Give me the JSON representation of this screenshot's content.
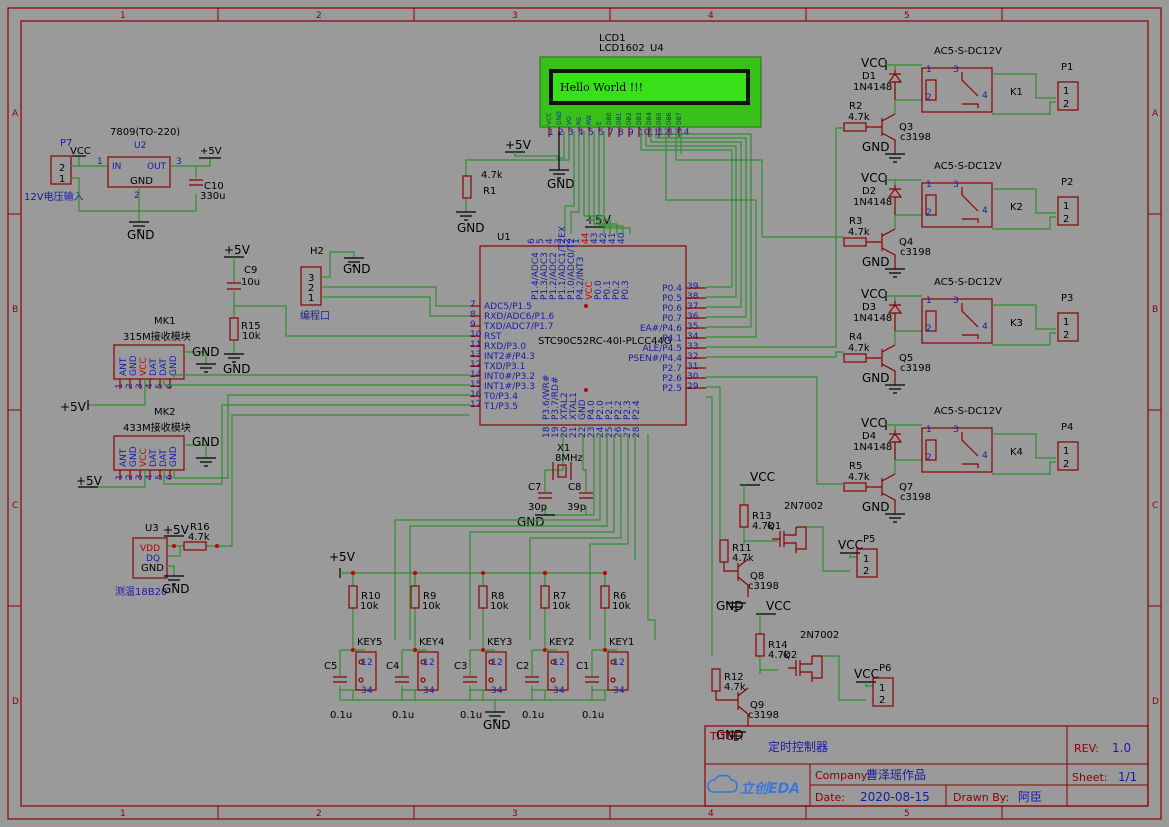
{
  "frame": {
    "cols": [
      "1",
      "2",
      "3",
      "4",
      "5"
    ],
    "rows": [
      "A",
      "B",
      "C",
      "D"
    ]
  },
  "lcd": {
    "ref": "LCD1",
    "value": "LCD1602",
    "part": "U4",
    "screen_text": "Hello World !!!",
    "pins": [
      "VCC",
      "GND",
      "VO",
      "RS",
      "RW",
      "E",
      "DB0",
      "DB1",
      "DB2",
      "DB3",
      "DB4",
      "DB5",
      "DB6",
      "DB7"
    ],
    "pin_nums": [
      "1",
      "2",
      "3",
      "4",
      "5",
      "6",
      "7",
      "8",
      "9",
      "10",
      "11",
      "12",
      "13",
      "14"
    ]
  },
  "power_in": {
    "conn": "P7",
    "label": "12V电压输入",
    "vcc": "VCC",
    "pins": [
      "2",
      "1"
    ]
  },
  "regulator": {
    "ref": "U2",
    "value": "7809(TO-220)",
    "in": "IN",
    "out": "OUT",
    "gnd": "GND",
    "pin_in": "1",
    "pin_out": "3",
    "pin_gnd": "2"
  },
  "c10": {
    "ref": "C10",
    "value": "330u"
  },
  "r1": {
    "ref": "R1",
    "value": "4.7k"
  },
  "mcu": {
    "ref": "U1",
    "value": "STC90C52RC-40I-PLCC44G",
    "left_pins": [
      {
        "n": "7",
        "name": "ADC5/P1.5"
      },
      {
        "n": "8",
        "name": "RXD/ADC6/P1.6"
      },
      {
        "n": "9",
        "name": "TXD/ADC7/P1.7"
      },
      {
        "n": "10",
        "name": "RST"
      },
      {
        "n": "11",
        "name": "RXD/P3.0"
      },
      {
        "n": "13",
        "name": "INT2#/P4.3"
      },
      {
        "n": "12",
        "name": "TXD/P3.1"
      },
      {
        "n": "14",
        "name": "INT0#/P3.2"
      },
      {
        "n": "15",
        "name": "INT1#/P3.3"
      },
      {
        "n": "16",
        "name": "T0/P3.4"
      },
      {
        "n": "17",
        "name": "T1/P3.5"
      }
    ],
    "right_pins": [
      {
        "n": "39",
        "name": "P0.4"
      },
      {
        "n": "38",
        "name": "P0.5"
      },
      {
        "n": "37",
        "name": "P0.6"
      },
      {
        "n": "36",
        "name": "P0.7"
      },
      {
        "n": "35",
        "name": "EA#/P4.6"
      },
      {
        "n": "34",
        "name": "P4.1"
      },
      {
        "n": "33",
        "name": "ALE/P4.5"
      },
      {
        "n": "32",
        "name": "PSEN#/P4.4"
      },
      {
        "n": "31",
        "name": "P2.7"
      },
      {
        "n": "30",
        "name": "P2.6"
      },
      {
        "n": "29",
        "name": "P2.5"
      }
    ],
    "top_pins": [
      "P1.4/ADC4",
      "P1.3/ADC3",
      "P1.2/ADC2",
      "P1.1/ADC1/T2EX",
      "P1.0/ADC0/T2",
      "P4.2/INT3",
      "VCC",
      "P0.0",
      "P0.1",
      "P0.2",
      "P0.3"
    ],
    "top_nums": [
      "6",
      "5",
      "4",
      "3",
      "2",
      "1",
      "44",
      "43",
      "42",
      "41",
      "40"
    ],
    "bottom_pins": [
      "P3.6/WR#",
      "P3.7/RD#",
      "XTAL2",
      "XTAL1",
      "GND",
      "P4.0",
      "P2.0",
      "P2.1",
      "P2.2",
      "P2.3",
      "P2.4"
    ],
    "bottom_nums": [
      "18",
      "19",
      "20",
      "21",
      "22",
      "23",
      "24",
      "25",
      "26",
      "27",
      "28"
    ]
  },
  "h2": {
    "ref": "H2",
    "label": "编程口",
    "pins": [
      "3",
      "2",
      "1"
    ]
  },
  "c9": {
    "ref": "C9",
    "value": "10u"
  },
  "r15": {
    "ref": "R15",
    "value": "10k"
  },
  "mk1": {
    "ref": "MK1",
    "label": "315M接收模块",
    "pins": [
      "ANT",
      "GND",
      "VCC",
      "DAT",
      "DAT",
      "GND"
    ],
    "nums": [
      "1",
      "2",
      "3",
      "4",
      "5",
      "6"
    ]
  },
  "mk2": {
    "ref": "MK2",
    "label": "433M接收模块",
    "pins": [
      "ANT",
      "GND",
      "VCC",
      "DAT",
      "DAT",
      "GND"
    ],
    "nums": [
      "1",
      "2",
      "3",
      "4",
      "5",
      "6"
    ]
  },
  "u3": {
    "ref": "U3",
    "label": "测温18B20",
    "pins": [
      "VDD",
      "DQ",
      "GND"
    ],
    "nums": [
      "1",
      "2",
      "3"
    ]
  },
  "r16": {
    "ref": "R16",
    "value": "4.7k"
  },
  "x1": {
    "ref": "X1",
    "value": "8MHz"
  },
  "c7": {
    "ref": "C7",
    "value": "30p"
  },
  "c8": {
    "ref": "C8",
    "value": "39p"
  },
  "keys": [
    {
      "r": "R10",
      "rv": "10k",
      "k": "KEY5",
      "c": "C5",
      "cv": "0.1u"
    },
    {
      "r": "R9",
      "rv": "10k",
      "k": "KEY4",
      "c": "C4",
      "cv": "0.1u"
    },
    {
      "r": "R8",
      "rv": "10k",
      "k": "KEY3",
      "c": "C3",
      "cv": "0.1u"
    },
    {
      "r": "R7",
      "rv": "10k",
      "k": "KEY2",
      "c": "C2",
      "cv": "0.1u"
    },
    {
      "r": "R6",
      "rv": "10k",
      "k": "KEY1",
      "c": "C1",
      "cv": "0.1u"
    }
  ],
  "relays": [
    {
      "d": "D1",
      "dv": "1N4148",
      "r": "R2",
      "rv": "4.7k",
      "q": "Q3",
      "qv": "c3198",
      "k": "K1",
      "kv": "AC5-S-DC12V",
      "p": "P1"
    },
    {
      "d": "D2",
      "dv": "1N4148",
      "r": "R3",
      "rv": "4.7k",
      "q": "Q4",
      "qv": "c3198",
      "k": "K2",
      "kv": "AC5-S-DC12V",
      "p": "P2"
    },
    {
      "d": "D3",
      "dv": "1N4148",
      "r": "R4",
      "rv": "4.7k",
      "q": "Q5",
      "qv": "c3198",
      "k": "K3",
      "kv": "AC5-S-DC12V",
      "p": "P3"
    },
    {
      "d": "D4",
      "dv": "1N4148",
      "r": "R5",
      "rv": "4.7k",
      "q": "Q7",
      "qv": "c3198",
      "k": "K4",
      "kv": "AC5-S-DC12V",
      "p": "P4"
    }
  ],
  "mos": [
    {
      "rg": "R13",
      "rgv": "4.7k",
      "q": "Q1",
      "qv": "2N7002",
      "rb": "R11",
      "rbv": "4.7k",
      "qb": "Q8",
      "qbv": "c3198",
      "p": "P5"
    },
    {
      "rg": "R14",
      "rgv": "4.7k",
      "q": "Q2",
      "qv": "2N7002",
      "rb": "R12",
      "rbv": "4.7k",
      "qb": "Q9",
      "qbv": "c3198",
      "p": "P6"
    }
  ],
  "nets": {
    "vcc": "VCC",
    "gnd": "GND",
    "p5v": "+5V"
  },
  "titleblock": {
    "title_label": "TITLE:",
    "title": "定时控制器",
    "rev_label": "REV:",
    "rev": "1.0",
    "company_label": "Company:",
    "company": "曹泽瑶作品",
    "sheet_label": "Sheet:",
    "sheet": "1/1",
    "date_label": "Date:",
    "date": "2020-08-15",
    "drawn_label": "Drawn By:",
    "drawn": "阿臣",
    "logo": "立创EDA"
  },
  "colors": {
    "wire": "#2f8f2f",
    "part": "#8b0000",
    "lcd_green": "#39c01a",
    "pin_text": "#1a1aa6"
  }
}
